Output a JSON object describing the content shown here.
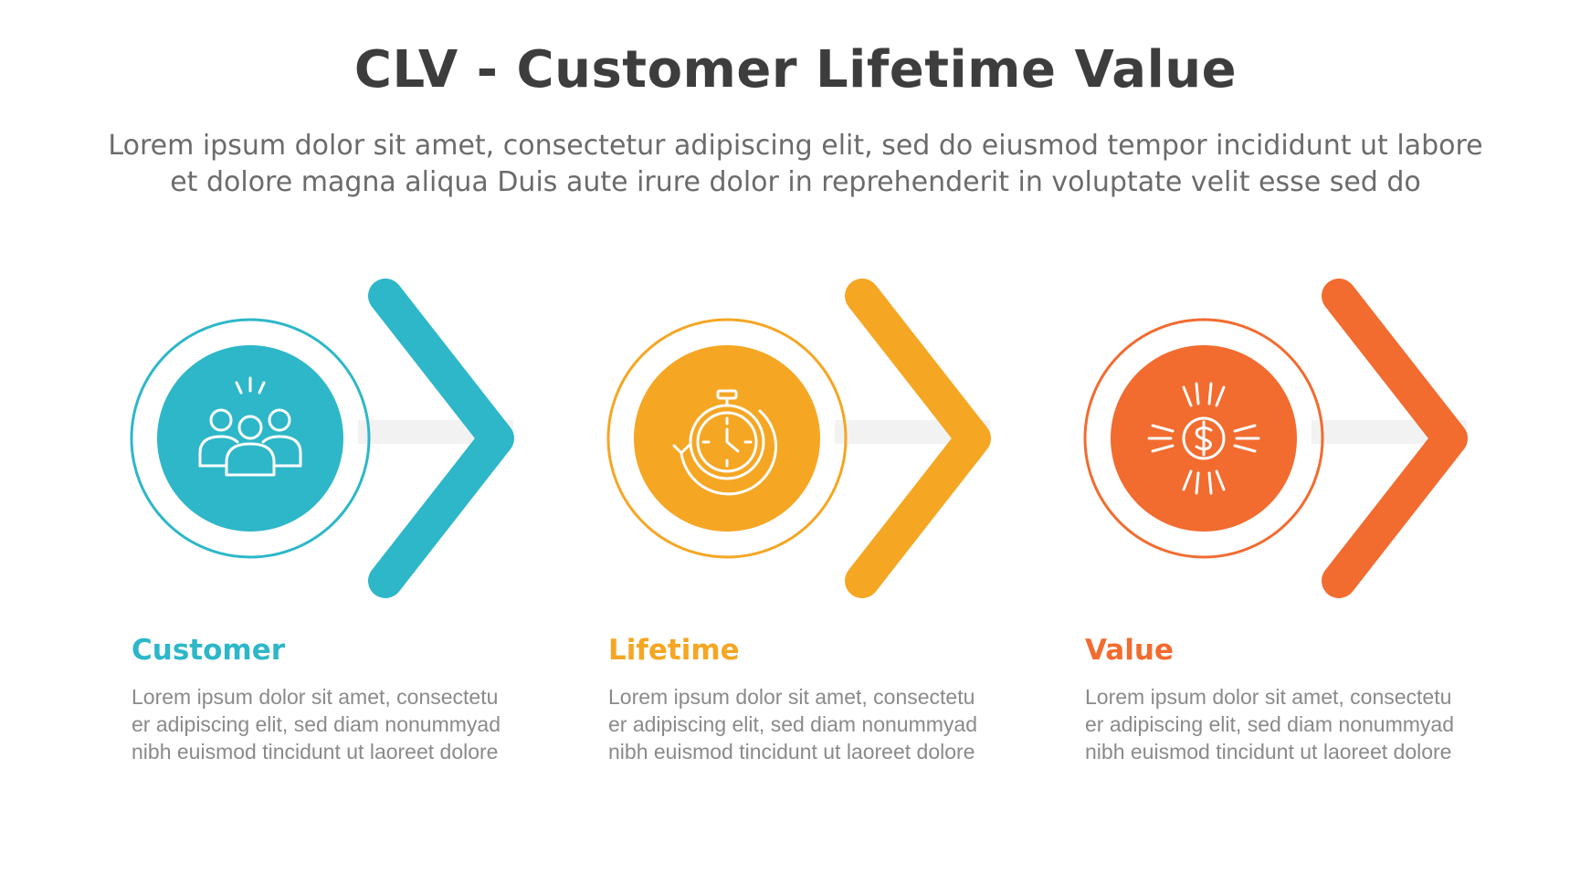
{
  "header": {
    "title": "CLV - Customer Lifetime Value",
    "subtitle_lines": [
      "Lorem ipsum dolor sit amet, consectetur adipiscing elit, sed do eiusmod tempor incididunt ut labore",
      "et dolore magna aliqua Duis aute irure dolor in reprehenderit in voluptate velit esse sed do"
    ]
  },
  "steps": [
    {
      "title": "Customer",
      "color": "#2db7c9",
      "icon": "customers-group-icon",
      "desc_lines": [
        "Lorem ipsum dolor sit amet, consectetu",
        "er adipiscing elit, sed diam nonummyad",
        "nibh euismod tincidunt ut laoreet dolore"
      ]
    },
    {
      "title": "Lifetime",
      "color": "#f5a623",
      "icon": "stopwatch-icon",
      "desc_lines": [
        "Lorem ipsum dolor sit amet, consectetu",
        "er adipiscing elit, sed diam nonummyad",
        "nibh euismod tincidunt ut laoreet dolore"
      ]
    },
    {
      "title": "Value",
      "color": "#f26b2f",
      "icon": "dollar-coin-icon",
      "desc_lines": [
        "Lorem ipsum dolor sit amet, consectetu",
        "er adipiscing elit, sed diam nonummyad",
        "nibh euismod tincidunt ut laoreet dolore"
      ]
    }
  ]
}
